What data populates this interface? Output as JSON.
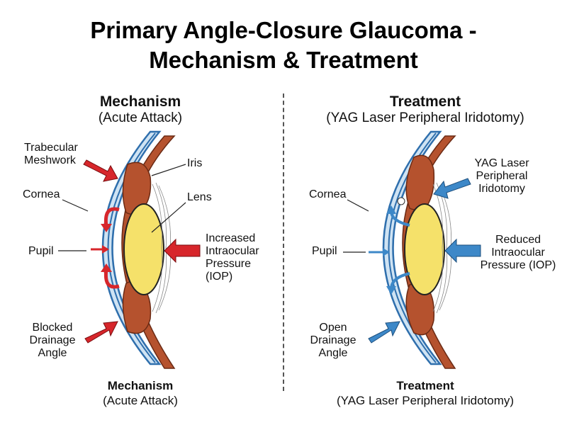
{
  "title": {
    "line1": "Primary Angle-Closure Glaucoma -",
    "line2": "Mechanism & Treatment"
  },
  "left_panel": {
    "heading": "Mechanism",
    "subheading": "(Acute Attack)",
    "footer_heading": "Mechanism",
    "footer_subheading": "(Acute Attack)",
    "labels": {
      "trabecular_line1": "Trabecular",
      "trabecular_line2": "Meshwork",
      "cornea": "Cornea",
      "pupil": "Pupil",
      "blocked_line1": "Blocked",
      "blocked_line2": "Drainage",
      "blocked_line3": "Angle",
      "iris": "Iris",
      "lens": "Lens",
      "iop_line1": "Increased",
      "iop_line2": "Intraocular",
      "iop_line3": "Pressure",
      "iop_line4": "(IOP)"
    }
  },
  "right_panel": {
    "heading": "Treatment",
    "subheading": "(YAG Laser Peripheral Iridotomy)",
    "footer_heading": "Treatment",
    "footer_subheading": "(YAG Laser Peripheral Iridotomy)",
    "labels": {
      "cornea": "Cornea",
      "pupil": "Pupil",
      "open_line1": "Open",
      "open_line2": "Drainage",
      "open_line3": "Angle",
      "yag_line1": "YAG Laser",
      "yag_line2": "Peripheral",
      "yag_line3": "Iridotomy",
      "iop_line1": "Reduced",
      "iop_line2": "Intraocular",
      "iop_line3": "Pressure (IOP)"
    }
  },
  "colors": {
    "cornea_fill": "#cfe3f3",
    "cornea_stroke": "#2f6fad",
    "iris": "#b5522e",
    "lens": "#f5e16a",
    "red_arrow": "#d7262b",
    "blue_arrow": "#3d88c8"
  }
}
